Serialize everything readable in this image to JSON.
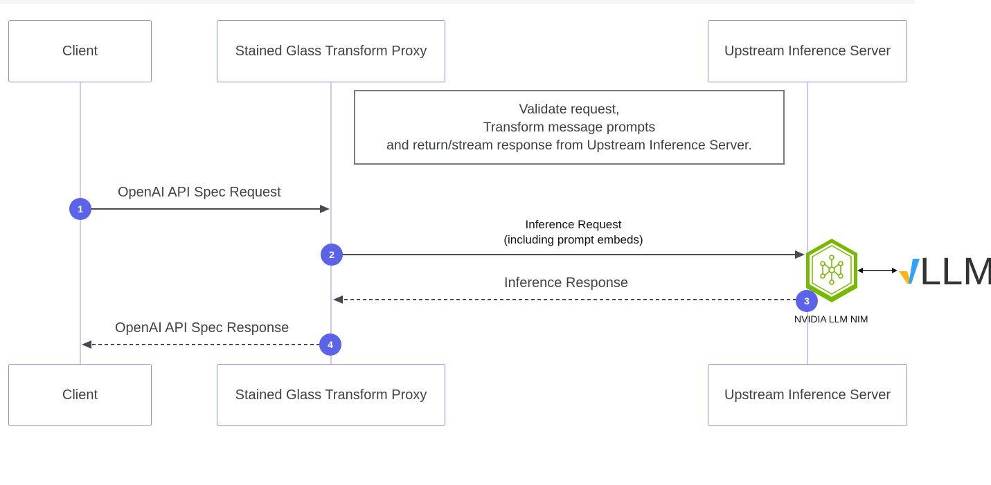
{
  "participants": {
    "client": "Client",
    "proxy": "Stained Glass Transform Proxy",
    "server": "Upstream Inference Server"
  },
  "note": {
    "line1": "Validate request,",
    "line2": "Transform message prompts",
    "line3": "and return/stream response from Upstream Inference Server."
  },
  "messages": {
    "m1": {
      "label": "OpenAI API Spec Request",
      "step": "1"
    },
    "m2": {
      "line1": "Inference Request",
      "line2": "(including prompt embeds)",
      "step": "2"
    },
    "m3": {
      "label": "Inference Response",
      "step": "3"
    },
    "m4": {
      "label": "OpenAI API Spec Response",
      "step": "4"
    }
  },
  "nim": {
    "caption": "NVIDIA LLM NIM",
    "icon": "nvidia-nim-cube-icon"
  },
  "vllm": {
    "text": "LLM",
    "icon": "vllm-logo"
  },
  "colors": {
    "participant_border": "#8b8ee6",
    "lifeline": "#cfc9ef",
    "badge": "#5b63e8",
    "arrow": "#454b52",
    "nim_green": "#76b900"
  }
}
